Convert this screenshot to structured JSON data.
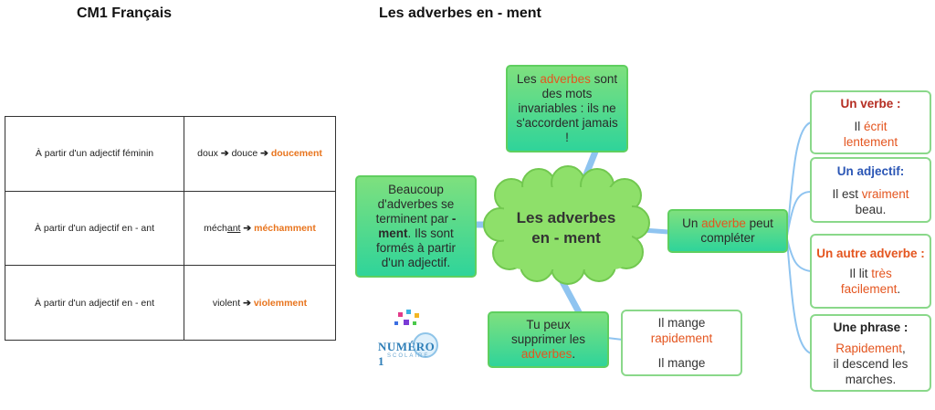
{
  "header": {
    "left_title": "CM1 Français",
    "right_title": "Les adverbes en - ment"
  },
  "table": {
    "rows": [
      {
        "rule": "À partir d'un adjectif féminin",
        "ex_a": "doux",
        "ex_b": "douce",
        "result": "doucement"
      },
      {
        "rule": "À partir d'un adjectif en - ant",
        "ex_a": "méch",
        "ex_a_underlined": "ant",
        "result": "méchamment"
      },
      {
        "rule": "À partir d'un adjectif en - ent",
        "ex_a": "violent",
        "result": "violemment"
      }
    ],
    "arrow_glyph": "➔"
  },
  "mindmap": {
    "center": {
      "line1": "Les adverbes",
      "line2": "en - ment"
    },
    "top": {
      "t1": "Les ",
      "h1": "adverbes",
      "t2": "sont des mots invariables : ils ne s'accordent jamais !"
    },
    "left": {
      "t1": "Beaucoup d'adverbes se terminent par ",
      "b1": "- ment",
      "t2": ". Ils sont formés à partir d'un adjectif."
    },
    "right": {
      "t1": "Un ",
      "h1": "adverbe",
      "t2": " peut compléter"
    },
    "bottom": {
      "t1": "Tu peux supprimer les ",
      "h1": "adverbes",
      "t2": "."
    },
    "example_box": {
      "line1": "Il mange",
      "line2": "rapidement",
      "line3": "Il mange"
    },
    "complements": [
      {
        "title": "Un verbe :",
        "t1": "Il ",
        "h1": "écrit",
        "h2": "lentement"
      },
      {
        "title": "Un adjectif:",
        "t1": "Il est ",
        "h1": "vraiment",
        "t2": "beau."
      },
      {
        "title": "Un autre adverbe :",
        "t1": "Il lit ",
        "h1": "très",
        "h2": "facilement",
        "t2": "."
      },
      {
        "title": "Une phrase :",
        "h1": "Rapidement",
        "t1": ",",
        "t2": "il descend les marches."
      }
    ]
  },
  "logo": {
    "text": "NUMÉRO 1",
    "sub": "SCOLAIRE"
  },
  "colors": {
    "accent_orange": "#e8741d",
    "highlight": "#e4551f",
    "title_red": "#b52d22",
    "title_blue": "#2b56b5",
    "node_green": "#7ee07e",
    "connector_blue": "#8fc4f0"
  }
}
